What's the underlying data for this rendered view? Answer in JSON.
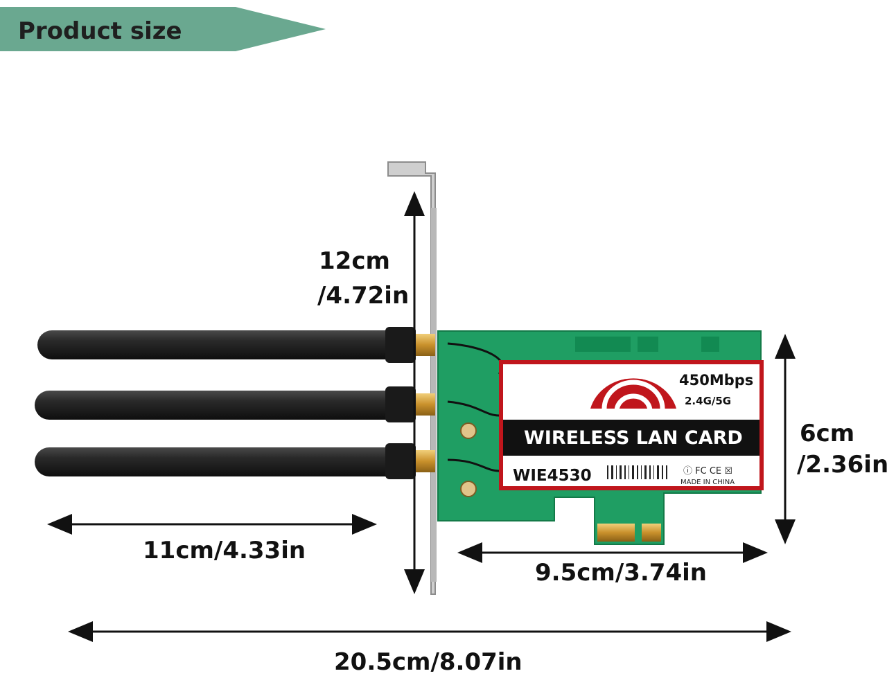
{
  "banner": {
    "title": "Product size",
    "color": "#6aa890"
  },
  "dimensions": {
    "bracket_height": [
      "12cm",
      "/4.72in"
    ],
    "antenna_length": "11cm/4.33in",
    "card_width": "9.5cm/3.74in",
    "card_height": [
      "6cm",
      "/2.36in"
    ],
    "total_width": "20.5cm/8.07in"
  },
  "card_label": {
    "speed": "450Mbps",
    "band": "2.4G/5G",
    "name": "WIRELESS LAN CARD",
    "model": "WIE4530",
    "origin": "MADE IN CHINA",
    "certs": "ⓘ FC CE ☒"
  },
  "colors": {
    "pcb_green": "#1f9e63",
    "label_red": "#c0161c",
    "antenna": "#222222",
    "gold_contact": "#d9a441"
  }
}
